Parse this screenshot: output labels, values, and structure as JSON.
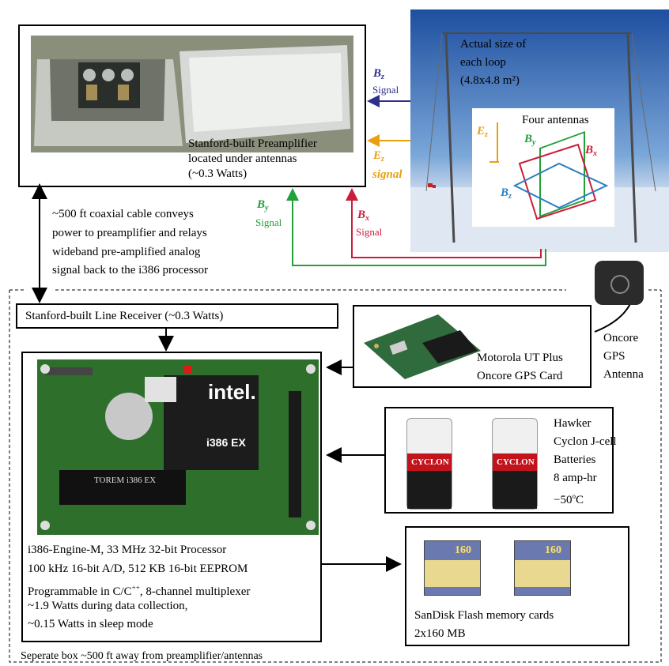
{
  "preamp": {
    "lines": [
      "Stanford-built Preamplifier",
      "located under antennas",
      "(~0.3 Watts)"
    ]
  },
  "antenna": {
    "size_lines": [
      "Actual size of",
      "each loop",
      "(4.8x4.8 m²)"
    ],
    "inset_title": "Four antennas",
    "labels": {
      "ez_main": "E",
      "ez_sub": "z",
      "by_main": "B",
      "by_sub": "y",
      "bx_main": "B",
      "bx_sub": "x",
      "bz_main": "B",
      "bz_sub": "z"
    }
  },
  "signals": {
    "bz": {
      "main": "B",
      "sub": "z",
      "word": "Signal",
      "color": "#2e2e8c"
    },
    "ez": {
      "main": "E",
      "sub": "z",
      "word": "signal",
      "color": "#e8a010"
    },
    "by": {
      "main": "B",
      "sub": "y",
      "word": "Signal",
      "color": "#22a03a"
    },
    "bx": {
      "main": "B",
      "sub": "x",
      "word": "Signal",
      "color": "#cc1c3c"
    }
  },
  "cable": {
    "lines": [
      "~500 ft coaxial cable conveys",
      "power to preamplifier and relays",
      "wideband pre-amplified analog",
      "signal back to the i386 processor"
    ]
  },
  "line_receiver": {
    "label": "Stanford-built Line Receiver (~0.3 Watts)"
  },
  "gps_card": {
    "lines": [
      "Motorola UT Plus",
      "Oncore GPS Card"
    ]
  },
  "gps_antenna": {
    "lines": [
      "Oncore",
      "GPS",
      "Antenna"
    ]
  },
  "batteries": {
    "lines": [
      "Hawker",
      "Cyclon J-cell",
      "Batteries",
      "8 amp-hr"
    ],
    "temp_main": "−50",
    "temp_sup": "o",
    "temp_unit": "C",
    "brand": "CYCLON"
  },
  "processor": {
    "line1": "i386-Engine-M,  33 MHz 32-bit Processor",
    "line2": "100 kHz 16-bit A/D,  512 KB 16-bit EEPROM",
    "line3_pre": "Programmable in C/C",
    "line3_sup": "++",
    "line3_post": ", 8-channel multiplexer",
    "line4": "~1.9 Watts during data collection,",
    "line5": "~0.15 Watts in sleep mode",
    "chip_brand": "intel.",
    "chip_model": "i386 EX",
    "module_label": "TOREM i386 EX"
  },
  "flash": {
    "lines": [
      "SanDisk Flash memory cards",
      "2x160 MB"
    ],
    "card_label": "160"
  },
  "enclosure": {
    "label": "Seperate box ~500 ft away from preamplifier/antennas"
  },
  "colors": {
    "bz": "#2e2e8c",
    "ez": "#e8a010",
    "by": "#22a03a",
    "bx": "#cc1c3c",
    "inset_bz": "#2a7fc0"
  }
}
